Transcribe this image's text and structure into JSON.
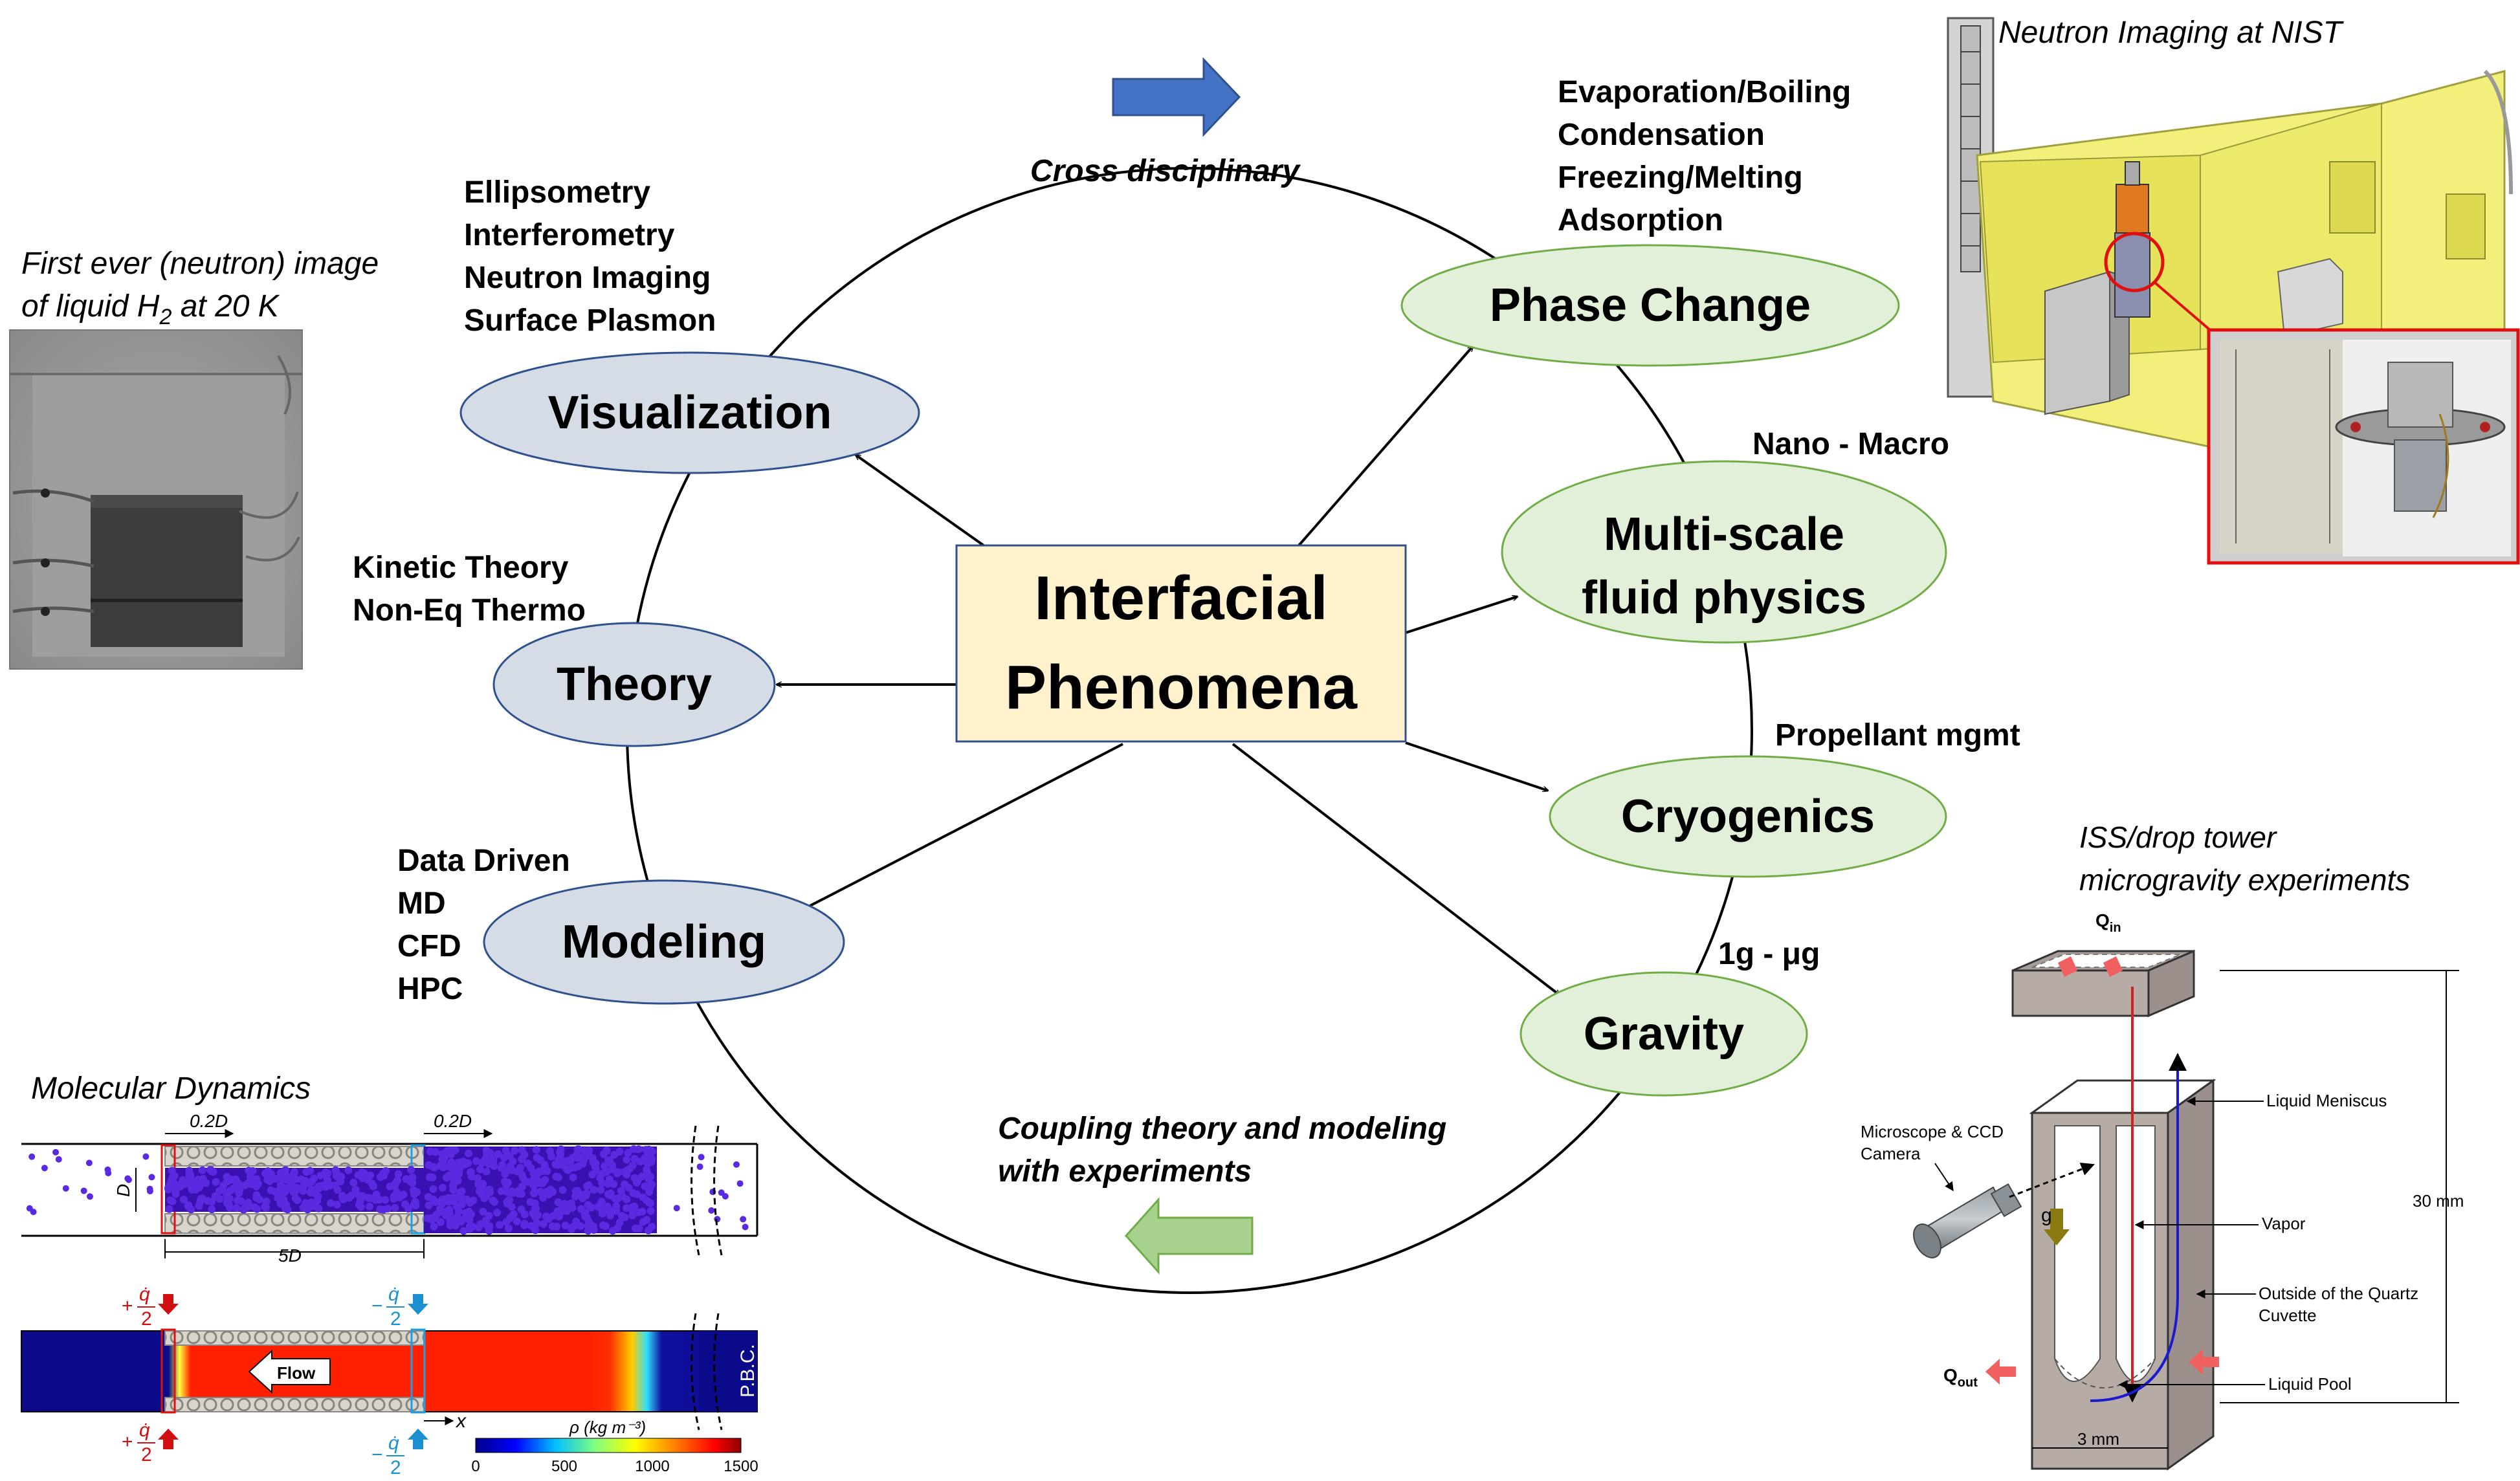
{
  "center": {
    "line1": "Interfacial",
    "line2": "Phenomena"
  },
  "nodes": {
    "visualization": "Visualization",
    "theory": "Theory",
    "modeling": "Modeling",
    "phase_change": "Phase Change",
    "multiscale_line1": "Multi-scale",
    "multiscale_line2": "fluid physics",
    "cryogenics": "Cryogenics",
    "gravity": "Gravity"
  },
  "labels": {
    "cross_disciplinary": "Cross disciplinary",
    "coupling_line1": "Coupling theory and modeling",
    "coupling_line2": "with experiments",
    "visualization_methods": [
      "Ellipsometry",
      "Interferometry",
      "Neutron Imaging",
      "Surface Plasmon"
    ],
    "theory_methods": [
      "Kinetic Theory",
      "Non-Eq Thermo"
    ],
    "modeling_methods": [
      "Data Driven",
      "MD",
      "CFD",
      "HPC"
    ],
    "phase_change_items": [
      "Evaporation/Boiling",
      "Condensation",
      "Freezing/Melting",
      "Adsorption"
    ],
    "nano_macro": "Nano - Macro",
    "propellant": "Propellant mgmt",
    "gravity_range": "1g - μg"
  },
  "panels": {
    "neutron_image_caption_line1": "First ever (neutron) image",
    "neutron_image_caption_line2_pre": "of liquid H",
    "neutron_image_caption_sub": "2",
    "neutron_image_caption_line2_post": " at 20 K",
    "nist_caption": "Neutron Imaging at NIST",
    "iss_caption_line1": "ISS/drop tower",
    "iss_caption_line2": "microgravity experiments",
    "md_caption": "Molecular Dynamics"
  },
  "md_figure": {
    "dim_02D": "0.2D",
    "dim_D": "D",
    "dim_5D": "5D",
    "q_plus": "+",
    "q_minus": "−",
    "q_sym": "q̇",
    "q_den": "2",
    "flow": "Flow",
    "pbc": "P.B.C.",
    "x_axis": "x",
    "colorbar_label": "ρ (kg m⁻³)",
    "colorbar_ticks": [
      "0",
      "500",
      "1000",
      "1500"
    ]
  },
  "iss_figure": {
    "q_in": "Q",
    "q_in_sub": "in",
    "q_out": "Q",
    "q_out_sub": "out",
    "liquid_meniscus": "Liquid Meniscus",
    "microscope_line1": "Microscope & CCD",
    "microscope_line2": "Camera",
    "vapor": "Vapor",
    "outside_line1": "Outside of the Quartz",
    "outside_line2": "Cuvette",
    "liquid_pool": "Liquid Pool",
    "dim_30mm": "30 mm",
    "dim_3mm": "3 mm",
    "g": "g"
  },
  "colors": {
    "node_blue_fill": "#d6dce5",
    "node_blue_stroke": "#2f528f",
    "node_green_fill": "#e2efd9",
    "node_green_stroke": "#70ad47",
    "center_fill": "#fff2cc",
    "center_stroke": "#2f528f",
    "arrow_blue": "#4472c4",
    "arrow_green": "#a9d18e"
  }
}
